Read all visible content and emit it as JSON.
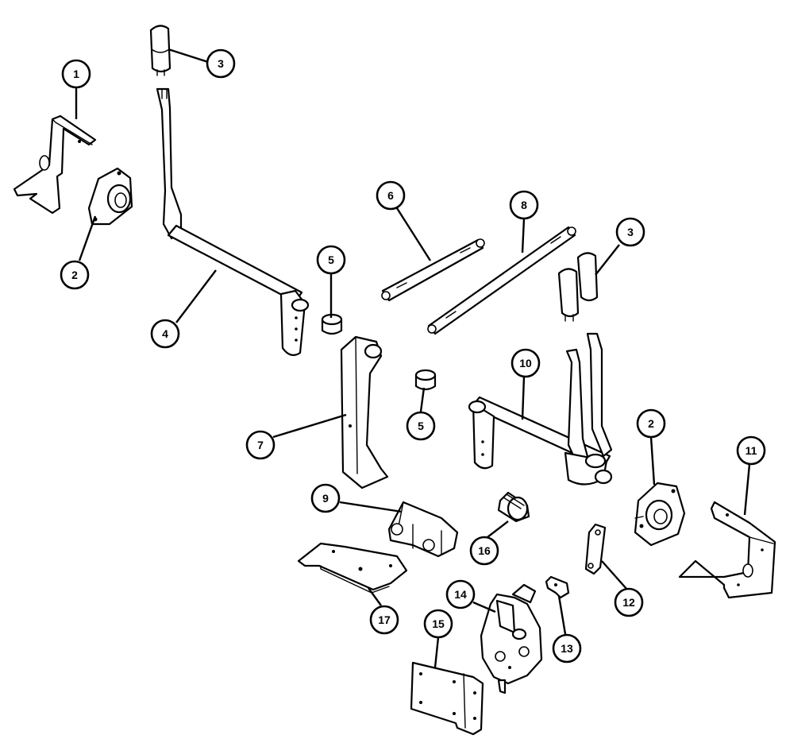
{
  "callouts": [
    {
      "id": "c1",
      "label": "1"
    },
    {
      "id": "c2a",
      "label": "2"
    },
    {
      "id": "c2b",
      "label": "2"
    },
    {
      "id": "c3a",
      "label": "3"
    },
    {
      "id": "c3b",
      "label": "3"
    },
    {
      "id": "c4",
      "label": "4"
    },
    {
      "id": "c5a",
      "label": "5"
    },
    {
      "id": "c5b",
      "label": "5"
    },
    {
      "id": "c6",
      "label": "6"
    },
    {
      "id": "c7",
      "label": "7"
    },
    {
      "id": "c8",
      "label": "8"
    },
    {
      "id": "c9",
      "label": "9"
    },
    {
      "id": "c10",
      "label": "10"
    },
    {
      "id": "c11",
      "label": "11"
    },
    {
      "id": "c12",
      "label": "12"
    },
    {
      "id": "c13",
      "label": "13"
    },
    {
      "id": "c14",
      "label": "14"
    },
    {
      "id": "c15",
      "label": "15"
    },
    {
      "id": "c16",
      "label": "16"
    },
    {
      "id": "c17",
      "label": "17"
    }
  ]
}
